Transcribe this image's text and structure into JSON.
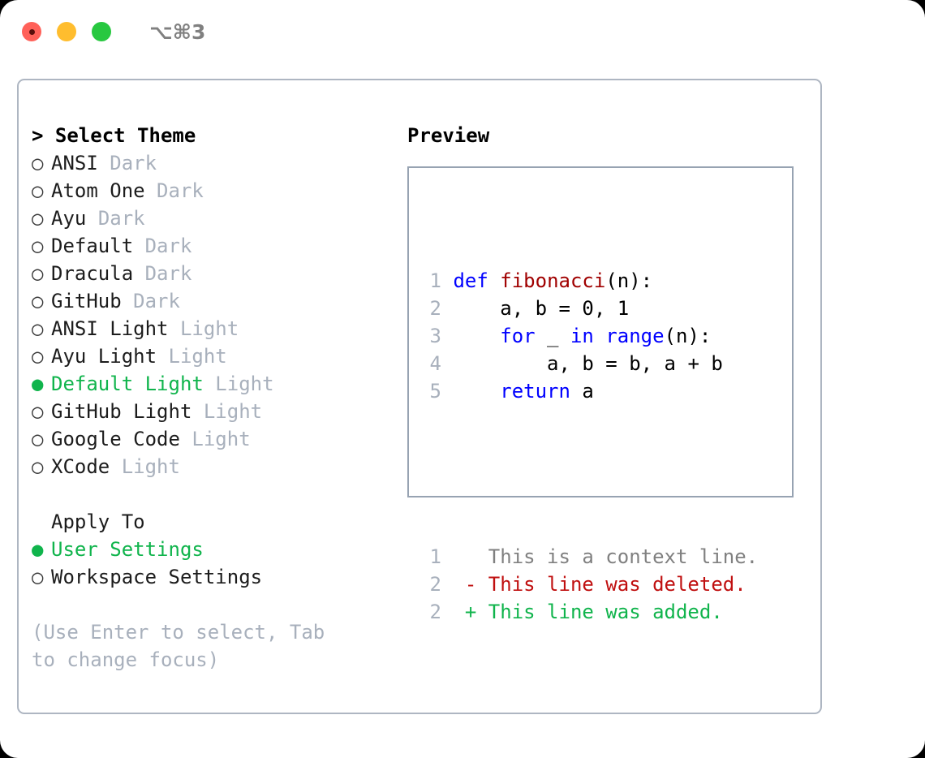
{
  "titlebar": {
    "buttons": [
      {
        "name": "close",
        "color": "#ff6159"
      },
      {
        "name": "minimize",
        "color": "#ffbd2e"
      },
      {
        "name": "zoom",
        "color": "#28c840"
      }
    ],
    "shortcut": "⌥⌘3"
  },
  "theme_panel": {
    "header": "> Select Theme",
    "items": [
      {
        "bullet": "○",
        "name": "ANSI",
        "kind": "Dark",
        "selected": false
      },
      {
        "bullet": "○",
        "name": "Atom One",
        "kind": "Dark",
        "selected": false
      },
      {
        "bullet": "○",
        "name": "Ayu",
        "kind": "Dark",
        "selected": false
      },
      {
        "bullet": "○",
        "name": "Default",
        "kind": "Dark",
        "selected": false
      },
      {
        "bullet": "○",
        "name": "Dracula",
        "kind": "Dark",
        "selected": false
      },
      {
        "bullet": "○",
        "name": "GitHub",
        "kind": "Dark",
        "selected": false
      },
      {
        "bullet": "○",
        "name": "ANSI Light",
        "kind": "Light",
        "selected": false
      },
      {
        "bullet": "○",
        "name": "Ayu Light",
        "kind": "Light",
        "selected": false
      },
      {
        "bullet": "●",
        "name": "Default Light",
        "kind": "Light",
        "selected": true
      },
      {
        "bullet": "○",
        "name": "GitHub Light",
        "kind": "Light",
        "selected": false
      },
      {
        "bullet": "○",
        "name": "Google Code",
        "kind": "Light",
        "selected": false
      },
      {
        "bullet": "○",
        "name": "XCode",
        "kind": "Light",
        "selected": false
      }
    ]
  },
  "apply_to": {
    "header": "Apply To",
    "options": [
      {
        "bullet": "●",
        "label": "User Settings",
        "selected": true
      },
      {
        "bullet": "○",
        "label": "Workspace Settings",
        "selected": false
      }
    ]
  },
  "hint": "(Use Enter to select, Tab to change focus)",
  "preview": {
    "title": "Preview",
    "code_lines": [
      {
        "no": "1",
        "indent": "",
        "tokens": [
          {
            "text": "def",
            "style": "kw"
          },
          {
            "text": " ",
            "style": "plain"
          },
          {
            "text": "fibonacci",
            "style": "fn"
          },
          {
            "text": "(n):",
            "style": "plain"
          }
        ]
      },
      {
        "no": "2",
        "indent": "    ",
        "tokens": [
          {
            "text": "a, b = 0, 1",
            "style": "plain"
          }
        ]
      },
      {
        "no": "3",
        "indent": "    ",
        "tokens": [
          {
            "text": "for",
            "style": "kw"
          },
          {
            "text": " _ ",
            "style": "plain"
          },
          {
            "text": "in",
            "style": "kw"
          },
          {
            "text": " ",
            "style": "plain"
          },
          {
            "text": "range",
            "style": "kw"
          },
          {
            "text": "(n):",
            "style": "plain"
          }
        ]
      },
      {
        "no": "4",
        "indent": "        ",
        "tokens": [
          {
            "text": "a, b = b, a + b",
            "style": "plain"
          }
        ]
      },
      {
        "no": "5",
        "indent": "    ",
        "tokens": [
          {
            "text": "return",
            "style": "kw"
          },
          {
            "text": " a",
            "style": "plain"
          }
        ]
      }
    ],
    "diff_lines": [
      {
        "no": "1",
        "marker": " ",
        "text": "This is a context line.",
        "kind": "context"
      },
      {
        "no": "2",
        "marker": "-",
        "text": "This line was deleted.",
        "kind": "deleted"
      },
      {
        "no": "2",
        "marker": "+",
        "text": "This line was added.",
        "kind": "added"
      }
    ]
  },
  "colors": {
    "accent_green": "#10b44c",
    "muted": "#a8b0bc",
    "keyword_blue": "#0000ff",
    "function_red": "#a00000",
    "diff_delete": "#c01010",
    "border": "#aeb6c2"
  }
}
